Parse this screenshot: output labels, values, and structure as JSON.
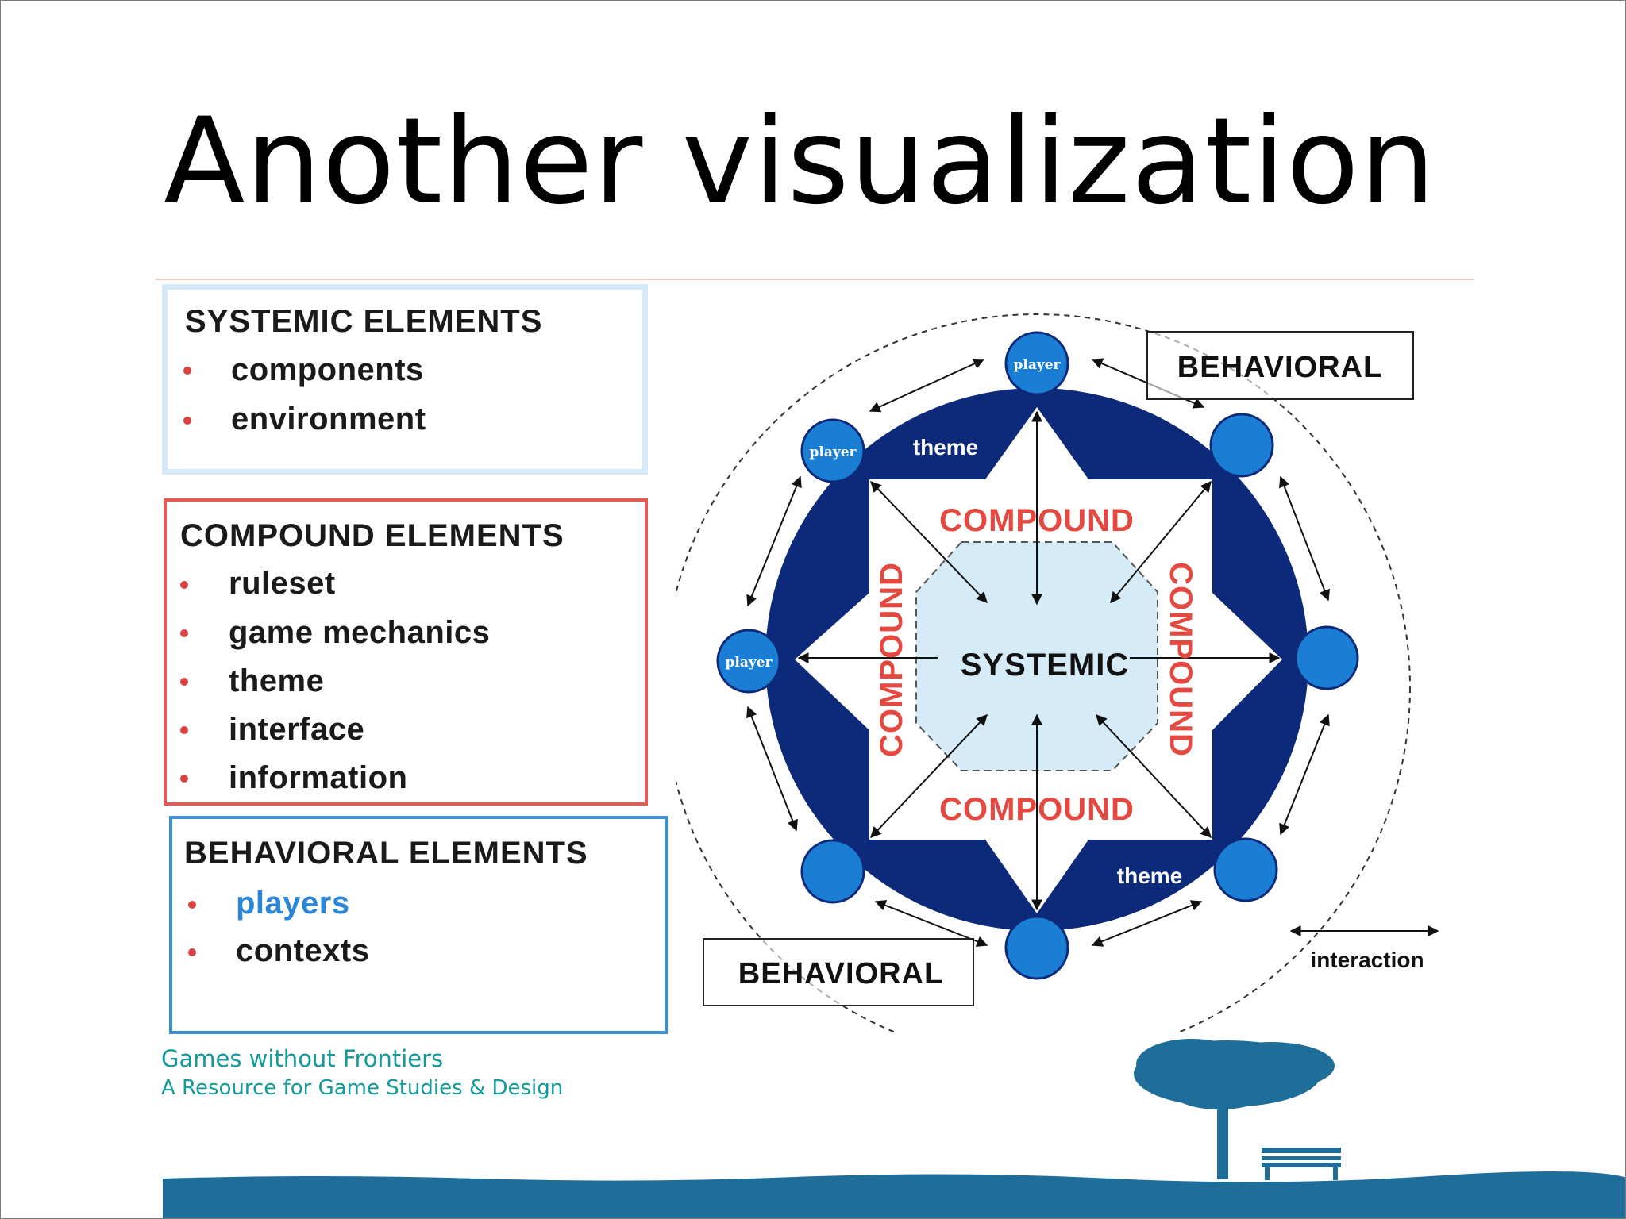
{
  "slide": {
    "title": "Another visualization",
    "footer_line1": "Games without Frontiers",
    "footer_line2": "A Resource for Game Studies & Design"
  },
  "systemic_box": {
    "heading": "SYSTEMIC ELEMENTS",
    "items": [
      "components",
      "environment"
    ]
  },
  "compound_box": {
    "heading": "COMPOUND ELEMENTS",
    "items": [
      "ruleset",
      "game mechanics",
      "theme",
      "interface",
      "information"
    ]
  },
  "behavioral_box": {
    "heading": "BEHAVIORAL ELEMENTS",
    "items": [
      "players",
      "contexts"
    ]
  },
  "diagram": {
    "center_label": "SYSTEMIC",
    "compound_label": "COMPOUND",
    "theme_label": "theme",
    "player_label": "player",
    "behavioral_label": "BEHAVIORAL",
    "interaction_label": "interaction"
  },
  "colors": {
    "ring_navy": "#0d2a7a",
    "node_blue": "#1a7fd4",
    "compound_red": "#e4483f",
    "systemic_fill": "#d5ecf8",
    "footer_teal": "#139a9a",
    "ground_blue": "#1f6e9a"
  }
}
